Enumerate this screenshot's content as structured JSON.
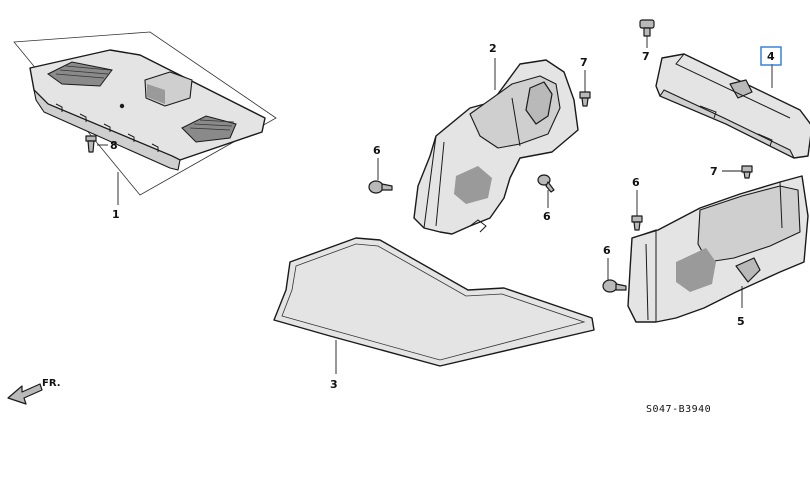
{
  "callouts": {
    "part_1": "1",
    "part_2": "2",
    "part_3": "3",
    "part_4": "4",
    "part_5": "5",
    "part_6_a": "6",
    "part_6_b": "6",
    "part_6_c": "6",
    "part_6_d": "6",
    "part_7_a": "7",
    "part_7_b": "7",
    "part_7_c": "7",
    "part_8": "8"
  },
  "direction_label": "FR.",
  "catalog_code": "S047-B3940",
  "colors": {
    "highlight": "#2b7bd8",
    "line": "#1a1a1a",
    "fill": "#e4e4e4"
  }
}
